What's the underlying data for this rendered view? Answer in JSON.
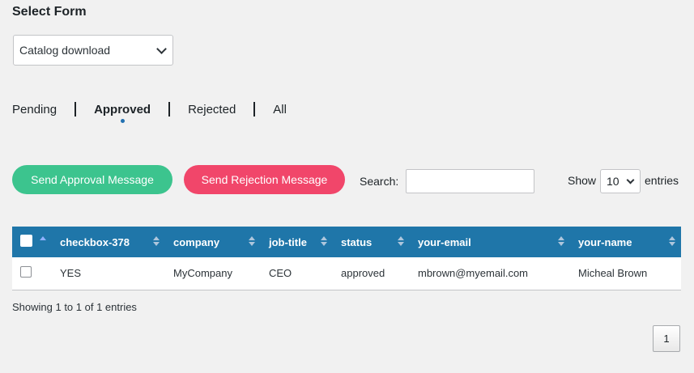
{
  "header": {
    "title": "Select Form"
  },
  "form_select": {
    "value": "Catalog download"
  },
  "tabs": [
    {
      "label": "Pending"
    },
    {
      "label": "Approved",
      "active": true
    },
    {
      "label": "Rejected"
    },
    {
      "label": "All"
    }
  ],
  "actions": {
    "approve_label": "Send Approval Message",
    "reject_label": "Send Rejection Message",
    "approve_color": "#3cc48e",
    "reject_color": "#f1466a"
  },
  "search": {
    "label": "Search:",
    "value": ""
  },
  "length": {
    "show_label": "Show",
    "value": "10",
    "entries_label": "entries"
  },
  "table": {
    "header_color": "#1f76a9",
    "columns": [
      "checkbox-378",
      "company",
      "job-title",
      "status",
      "your-email",
      "your-name"
    ],
    "rows": [
      [
        "YES",
        "MyCompany",
        "CEO",
        "approved",
        "mbrown@myemail.com",
        "Micheal Brown"
      ]
    ]
  },
  "footer": {
    "info": "Showing 1 to 1 of 1 entries",
    "page": "1"
  }
}
